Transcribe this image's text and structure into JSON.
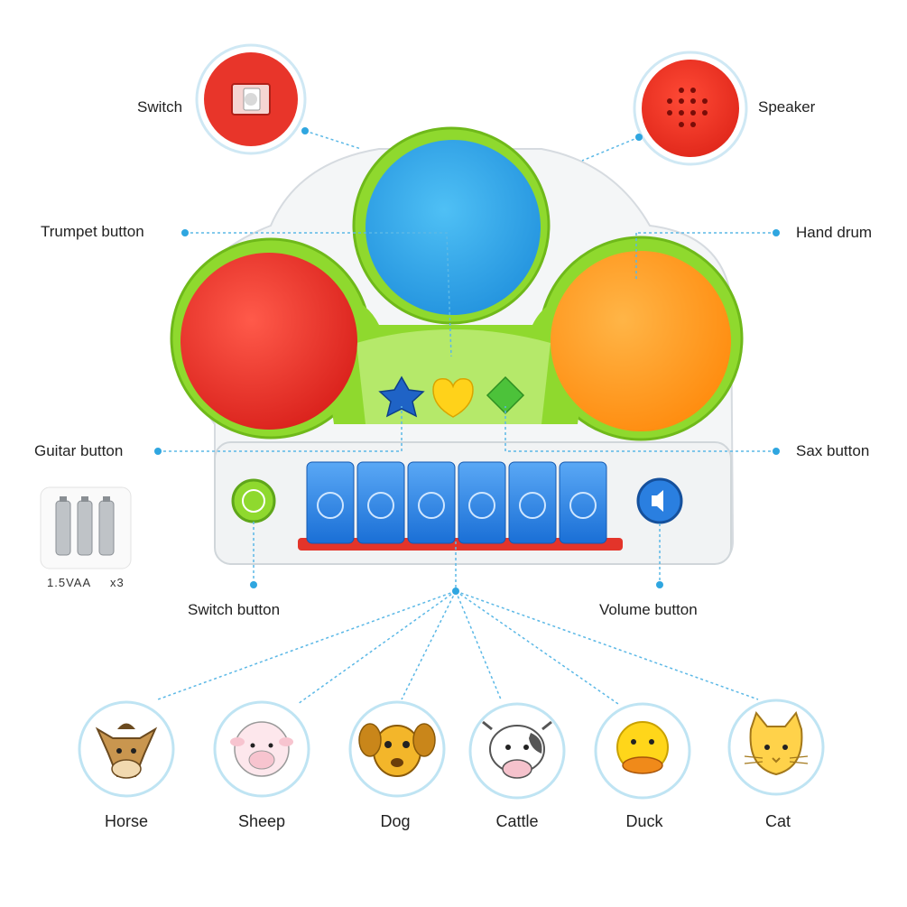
{
  "labels": {
    "switch": "Switch",
    "speaker": "Speaker",
    "trumpet_button": "Trumpet button",
    "hand_drum": "Hand drum",
    "guitar_button": "Guitar button",
    "sax_button": "Sax button",
    "switch_button": "Switch button",
    "volume_button": "Volume button"
  },
  "battery": {
    "voltage": "1.5VAA",
    "count": "x3"
  },
  "animals": [
    {
      "name": "Horse",
      "icon": "horse-icon"
    },
    {
      "name": "Sheep",
      "icon": "sheep-icon"
    },
    {
      "name": "Dog",
      "icon": "dog-icon"
    },
    {
      "name": "Cattle",
      "icon": "cow-icon"
    },
    {
      "name": "Duck",
      "icon": "duck-icon"
    },
    {
      "name": "Cat",
      "icon": "cat-icon"
    }
  ],
  "colors": {
    "leader_line": "#5bb8e6",
    "drum_red": "#e8312b",
    "drum_blue": "#2ea6e8",
    "drum_orange": "#ff9418",
    "body_green": "#8fd92e",
    "key_blue": "#2a7fe0"
  }
}
